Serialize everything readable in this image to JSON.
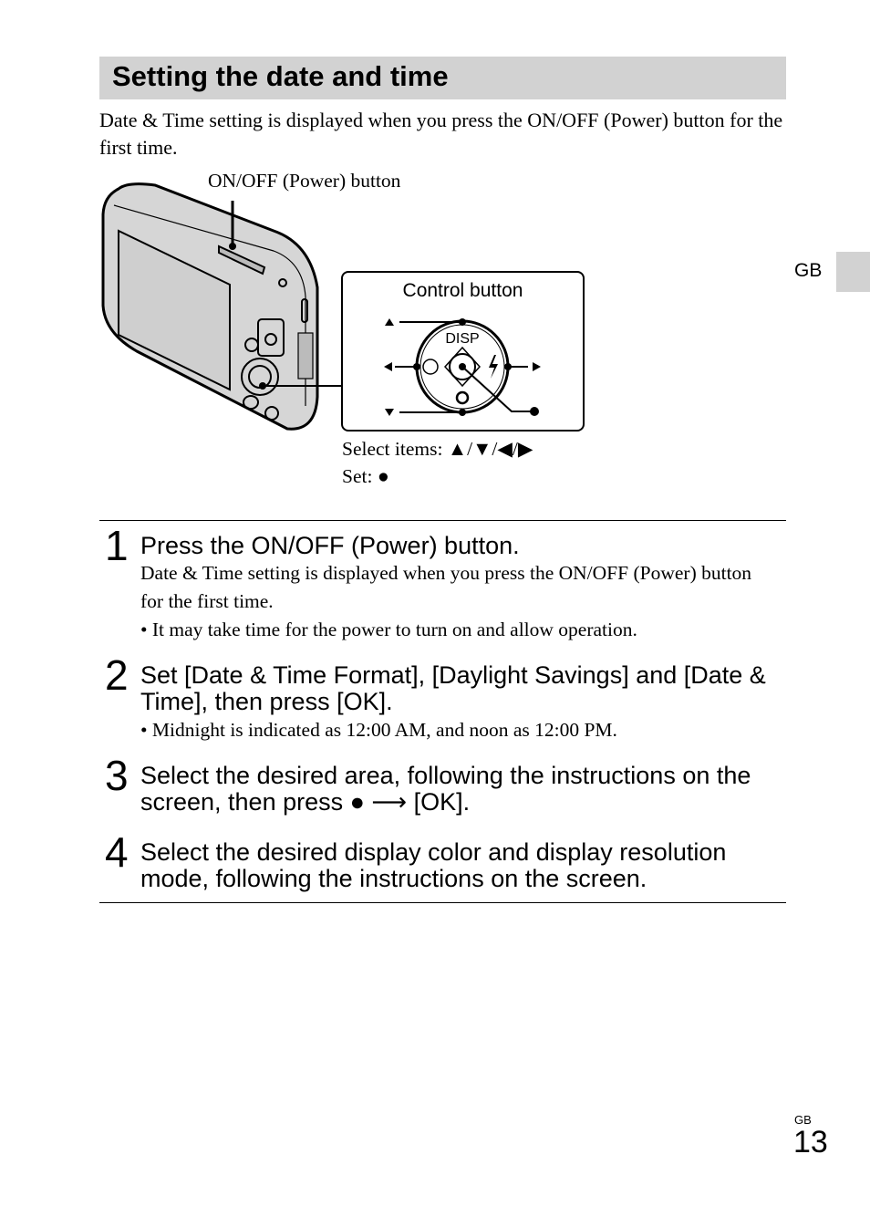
{
  "section_title": "Setting the date and time",
  "intro": "Date & Time setting is displayed when you press the ON/OFF (Power) button for the first time.",
  "figure": {
    "power_label": "ON/OFF (Power) button",
    "control_label": "Control button",
    "disp_label": "DISP",
    "select_items": "Select items: ▲/▼/◀/▶",
    "set": "Set: ●"
  },
  "steps": [
    {
      "num": "1",
      "heading": "Press the ON/OFF (Power) button.",
      "body": "Date & Time setting is displayed when you press the ON/OFF (Power) button for the first time.",
      "bullet": "• It may take time for the power to turn on and allow operation."
    },
    {
      "num": "2",
      "heading": "Set [Date & Time Format], [Daylight Savings] and [Date & Time], then press [OK].",
      "bullet": "• Midnight is indicated as 12:00 AM, and noon as 12:00 PM."
    },
    {
      "num": "3",
      "heading": "Select the desired area, following the instructions on the screen, then press ● ⟶ [OK]."
    },
    {
      "num": "4",
      "heading": "Select the desired display color and display resolution mode, following the instructions on the screen."
    }
  ],
  "side_tab": "GB",
  "footer": {
    "lang": "GB",
    "page_number": "13"
  }
}
